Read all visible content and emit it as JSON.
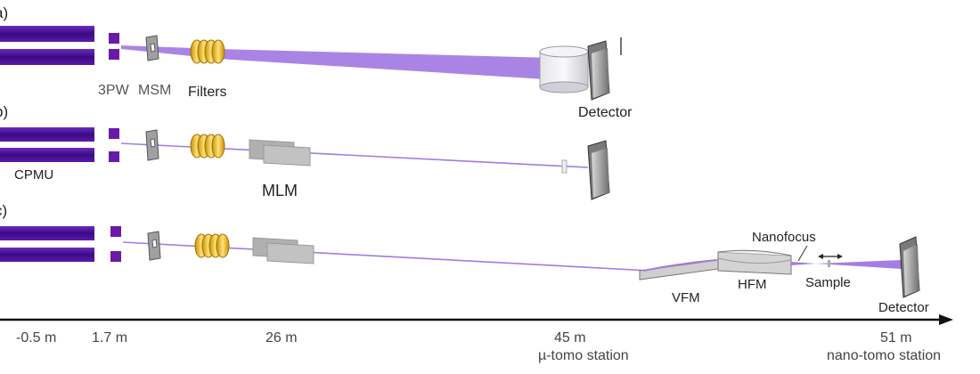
{
  "panels": [
    {
      "letter": "a)",
      "labels": [
        "3PW",
        "MSM",
        "Filters",
        "Detector"
      ]
    },
    {
      "letter": "b)",
      "labels": [
        "CPMU",
        "MLM"
      ]
    },
    {
      "letter": "c)",
      "labels": [
        "Nanofocus",
        "VFM",
        "HFM",
        "Sample",
        "Detector"
      ]
    }
  ],
  "axis": {
    "ticks": [
      "-0.5 m",
      "1.7 m",
      "26 m",
      "45 m",
      "51 m"
    ],
    "stations": [
      "µ-tomo station",
      "nano-tomo station"
    ]
  },
  "colors": {
    "undulator": "#4b0fa0",
    "beam": "#9b6fe0",
    "filter": "#f0c020",
    "device": "#b5b5b5",
    "detector": "#8a8a8a"
  }
}
